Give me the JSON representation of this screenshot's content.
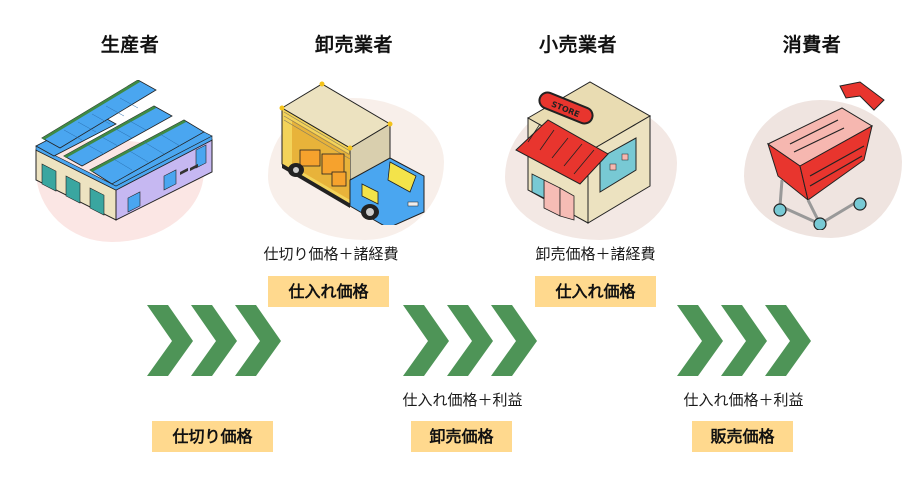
{
  "stages": [
    {
      "name": "生産者",
      "icon": "factory-icon"
    },
    {
      "name": "卸売業者",
      "icon": "delivery-truck-icon"
    },
    {
      "name": "小売業者",
      "icon": "store-icon"
    },
    {
      "name": "消費者",
      "icon": "shopping-cart-icon"
    }
  ],
  "store_sign": "STORE",
  "flows": [
    {
      "formula": "",
      "price_label": "仕切り価格"
    },
    {
      "formula": "仕入れ価格＋利益",
      "price_label": "卸売価格"
    },
    {
      "formula": "仕入れ価格＋利益",
      "price_label": "販売価格"
    }
  ],
  "purchase": [
    {
      "formula": "仕切り価格＋諸経費",
      "price_label": "仕入れ価格"
    },
    {
      "formula": "卸売価格＋諸経費",
      "price_label": "仕入れ価格"
    }
  ],
  "colors": {
    "arrow_green": "#4e9457",
    "label_bg": "#ffd98e",
    "blob_pink": "#fbe6e4",
    "blob_beige": "#f8efea"
  }
}
